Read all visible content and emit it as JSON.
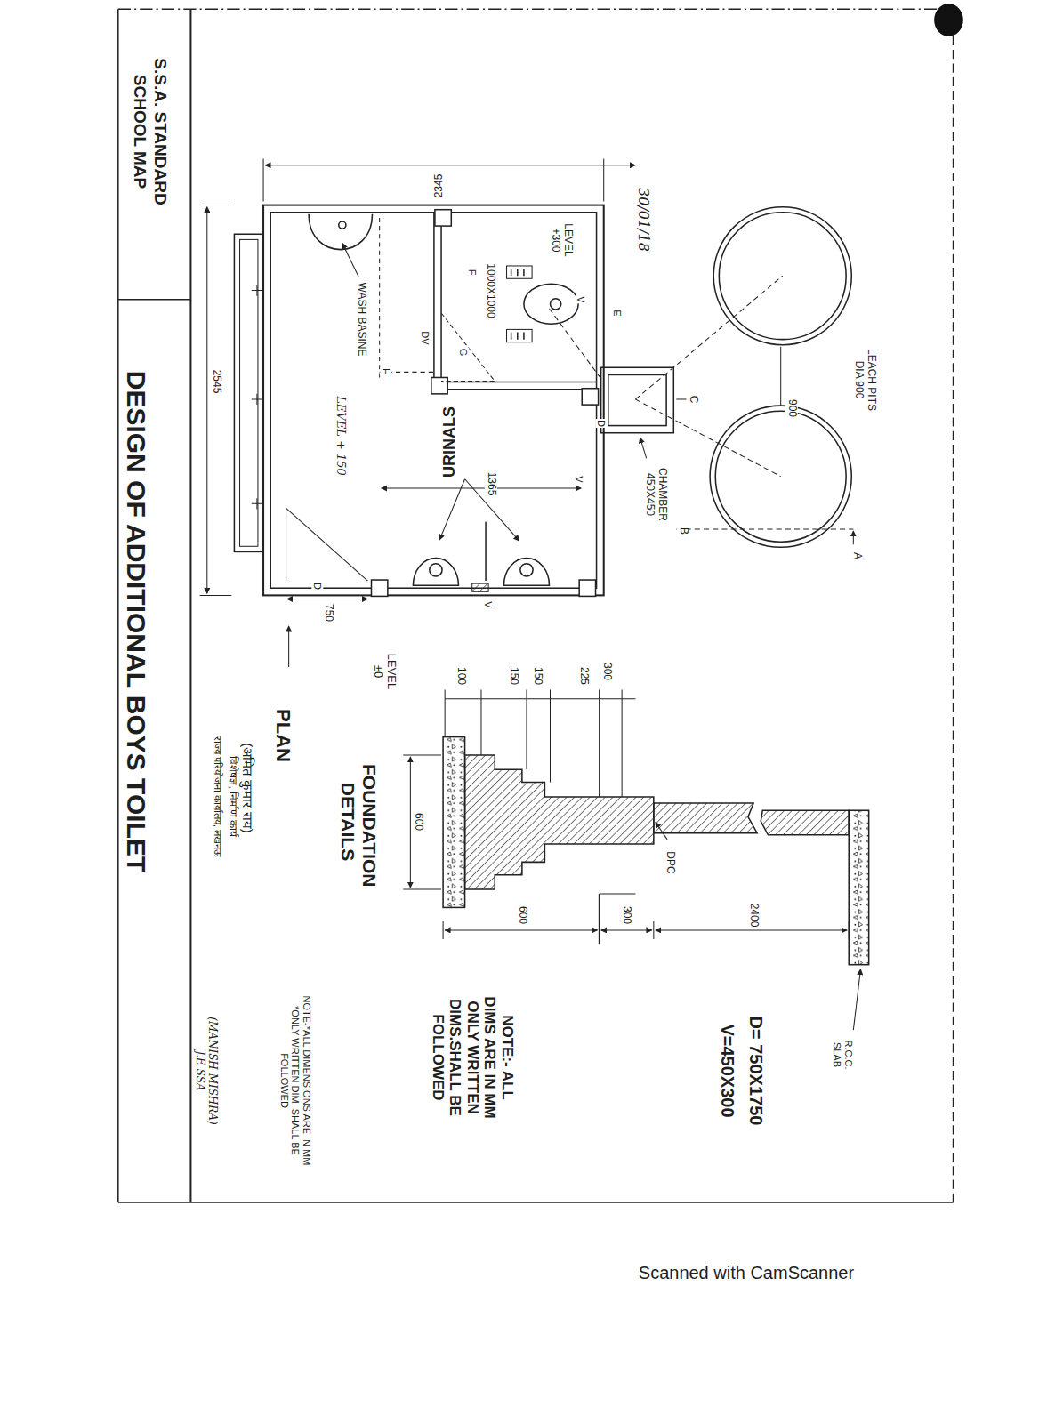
{
  "diagram": {
    "title": "DESIGN OF ADDITIONAL BOYS TOILET",
    "labels": [
      "S.S.A. STANDARD",
      "SCHOOL MAP",
      "2345",
      "30/01/18",
      "LEACH PITS DIA 900",
      "900",
      "C",
      "B",
      "A",
      "CHAMBER 450X450",
      "LEVEL +300",
      "1000X1000",
      "F",
      "E",
      "D",
      "G",
      "DV",
      "H",
      "WASH BASINE",
      "URINALS",
      "1365",
      "LEVEL + 150",
      "V",
      "V",
      "V",
      "D",
      "750",
      "2545",
      "LEVEL ±0",
      "PLAN",
      "FOUNDATION DETAILS",
      "300",
      "225",
      "150",
      "150",
      "100",
      "DPC",
      "600",
      "600",
      "300",
      "2400",
      "R.C.C. SLAB",
      "D= 750X1750",
      "V=450X300",
      "NOTE:- ALL DIMS ARE IN MM ONLY WRITTEN DIMS.SHALL BE FOLLOWED",
      "NOTE-*ALL DIMENSIONS ARE IN MM *ONLY WRITTEN DIM. SHALL BE FOLLOWED",
      "(अमित कुमार राय)",
      "विशेषज्ञ, निर्माण कार्य",
      "राज्य परियोजना कार्यालय, लखनऊ",
      "(MANISH MISHRA) J.E SSA",
      "Scanned with CamScanner"
    ]
  }
}
